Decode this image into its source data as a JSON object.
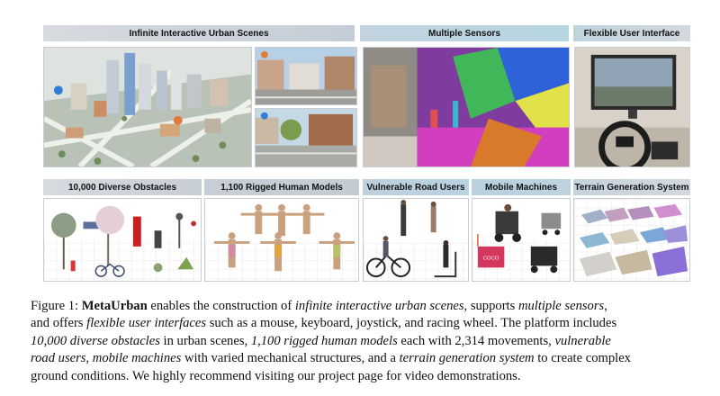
{
  "figure": {
    "top_banners": [
      {
        "label": "Infinite Interactive Urban Scenes",
        "color": "#c9d1da"
      },
      {
        "label": "Multiple Sensors",
        "color": "#b9d0df"
      },
      {
        "label": "Flexible User Interface",
        "color": "#c7d2dc"
      }
    ],
    "bottom_banners": [
      {
        "label": "10,000 Diverse Obstacles"
      },
      {
        "label": "1,100 Rigged Human Models"
      },
      {
        "label": "Vulnerable Road Users"
      },
      {
        "label": "Mobile Machines"
      },
      {
        "label": "Terrain Generation System"
      }
    ],
    "robot_sign": "COCO"
  },
  "caption": {
    "fig_label": "Figure 1: ",
    "name": "MetaUrban",
    "t1": " enables the construction of ",
    "i1": "infinite interactive urban scenes",
    "t2": ", supports ",
    "i2": "multiple sensors",
    "t3": ",",
    "t4": "and offers ",
    "i3": "flexible user interfaces",
    "t5": " such as a mouse, keyboard, joystick, and racing wheel. The platform includes",
    "i4": "10,000 diverse obstacles",
    "t6": " in urban scenes, ",
    "i5": "1,100 rigged human models",
    "t7": " each with 2,314 movements, ",
    "i6": "vulnerable",
    "i7": "road users",
    "t8": ", ",
    "i8": "mobile machines",
    "t9": " with varied mechanical structures, and a ",
    "i9": "terrain generation system",
    "t10": " to create complex",
    "t11": "ground conditions. We highly recommend visiting our project page for video demonstrations."
  }
}
